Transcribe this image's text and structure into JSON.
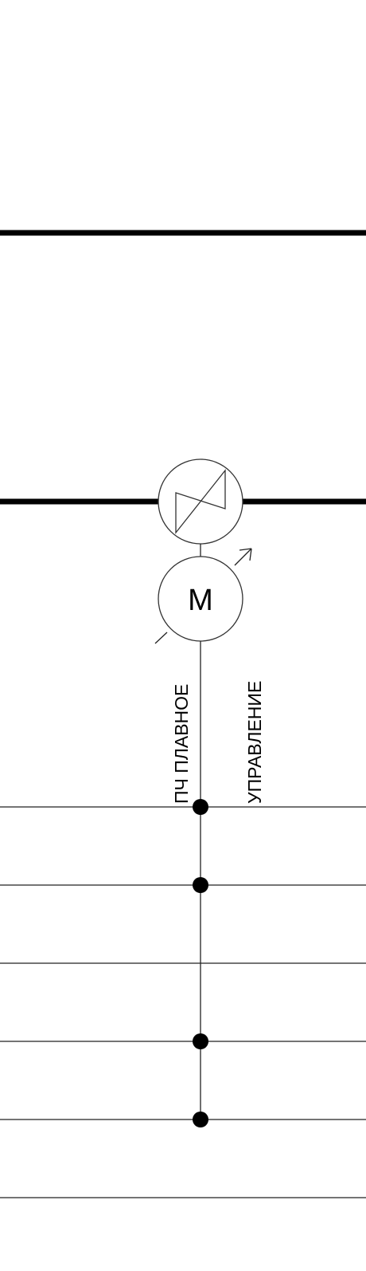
{
  "motor": {
    "letter": "M"
  },
  "labels": {
    "left": "ПЧ ПЛАВНОЕ",
    "right": "УПРАВЛЕНИЕ"
  },
  "colors": {
    "line": "#000000",
    "background": "#ffffff"
  },
  "icons": {
    "valve": "butterfly-valve-icon",
    "motor": "motor-icon",
    "adjustable_arrow": "adjustable-arrow-icon"
  }
}
